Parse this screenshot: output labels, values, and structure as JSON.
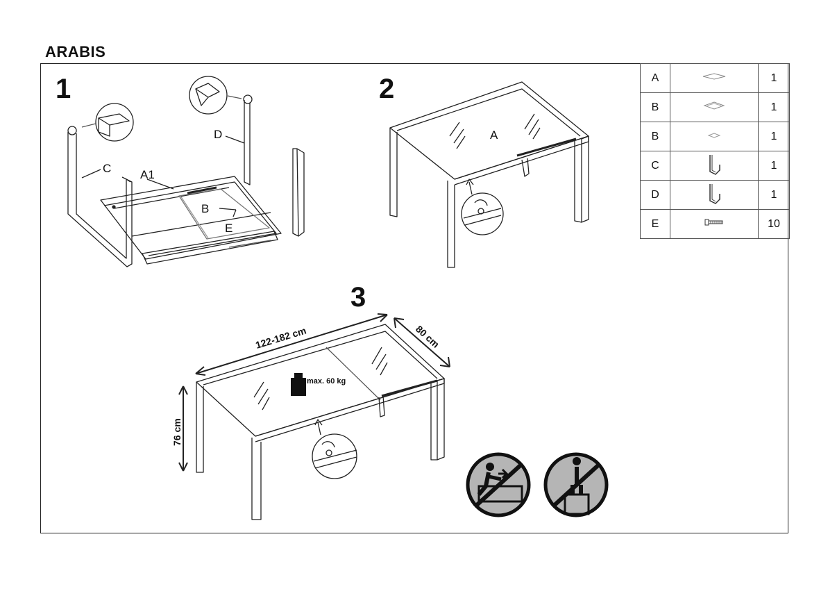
{
  "title": "ARABIS",
  "steps": [
    "1",
    "2",
    "3"
  ],
  "parts": [
    {
      "letter": "A",
      "icon": "glass-panel-icon",
      "qty": "1"
    },
    {
      "letter": "B",
      "icon": "glass-panel-icon",
      "qty": "1"
    },
    {
      "letter": "B",
      "icon": "small-glass-panel-icon",
      "qty": "1"
    },
    {
      "letter": "C",
      "icon": "leg-icon",
      "qty": "1"
    },
    {
      "letter": "D",
      "icon": "leg-icon",
      "qty": "1"
    },
    {
      "letter": "E",
      "icon": "screw-icon",
      "qty": "10"
    }
  ],
  "step1_labels": {
    "c": "C",
    "a1": "A1",
    "d": "D",
    "b": "B",
    "e": "E"
  },
  "step2_labels": {
    "a": "A"
  },
  "dimensions": {
    "length": "122-182 cm",
    "width": "80 cm",
    "height": "76 cm",
    "max_load": "max. 60 kg"
  },
  "warnings": [
    "no-sitting-icon",
    "no-standing-icon"
  ]
}
